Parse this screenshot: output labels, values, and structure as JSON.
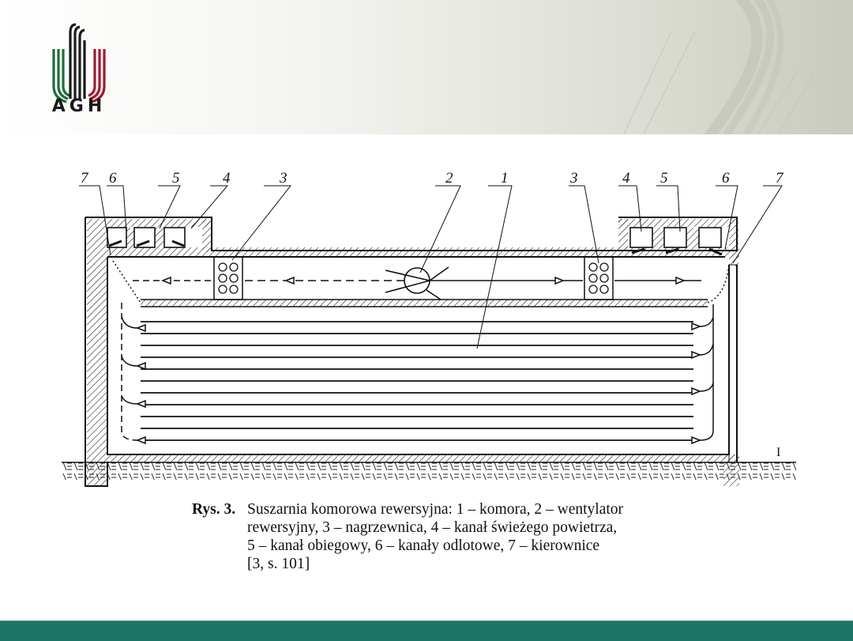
{
  "slide": {
    "logo": {
      "name": "agh-logo",
      "text": "AGH",
      "colors": {
        "green": "#1e6e3c",
        "black": "#1a1a1a",
        "red": "#a3192e"
      }
    },
    "footer_color": "#1b7463"
  },
  "diagram": {
    "title": "Suszarnia komorowa rewersyjna",
    "labels_left": [
      "7",
      "6",
      "5",
      "4",
      "3"
    ],
    "label_center": [
      "2",
      "1"
    ],
    "labels_right": [
      "3",
      "4",
      "5",
      "6",
      "7"
    ],
    "ground_mark": "I"
  },
  "caption": {
    "figure": "Rys. 3.",
    "lines": [
      "Suszarnia komorowa rewersyjna: 1 – komora, 2 – wentylator",
      "rewersyjny, 3 – nagrzewnica, 4 – kanał świeżego powietrza,",
      "5 – kanał obiegowy, 6 – kanały odlotowe, 7 – kierownice",
      "[3, s. 101]"
    ]
  },
  "legend": [
    {
      "num": "1",
      "label": "komora"
    },
    {
      "num": "2",
      "label": "wentylator rewersyjny"
    },
    {
      "num": "3",
      "label": "nagrzewnica"
    },
    {
      "num": "4",
      "label": "kanał świeżego powietrza"
    },
    {
      "num": "5",
      "label": "kanał obiegowy"
    },
    {
      "num": "6",
      "label": "kanały odlotowe"
    },
    {
      "num": "7",
      "label": "kierownice"
    }
  ]
}
